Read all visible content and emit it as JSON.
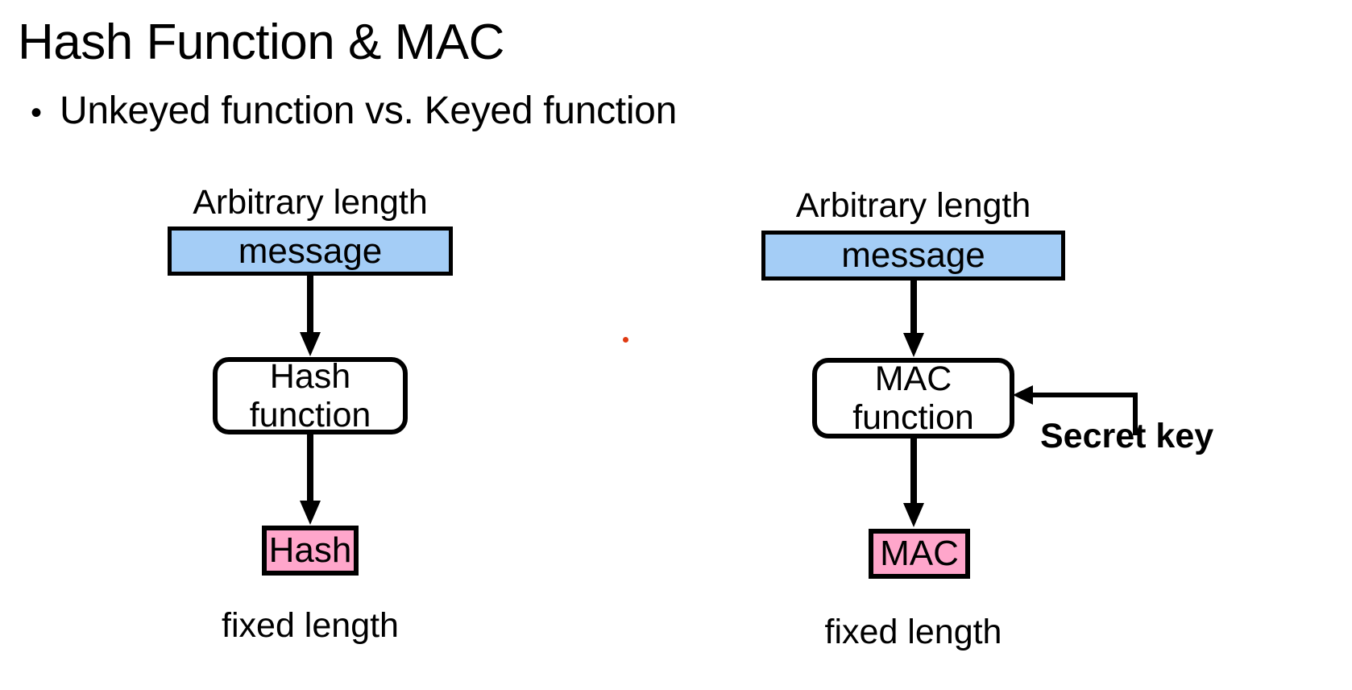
{
  "slide": {
    "title": "Hash Function & MAC",
    "bullet_marker": "•",
    "bullet_text": "Unkeyed function vs. Keyed function",
    "background_color": "#ffffff"
  },
  "colors": {
    "message_fill": "#A4CDF6",
    "output_fill": "#FFA6CB",
    "stroke": "#000000",
    "stray_dot": "#E03A12"
  },
  "diagrams": [
    {
      "id": "unkeyed",
      "top_caption": "Arbitrary length",
      "message_box_label": "message",
      "function_box_line1": "Hash",
      "function_box_line2": "function",
      "output_box_label": "Hash",
      "bottom_caption": "fixed length",
      "has_key_input": false
    },
    {
      "id": "keyed",
      "top_caption": "Arbitrary length",
      "message_box_label": "message",
      "function_box_line1": "MAC",
      "function_box_line2": "function",
      "output_box_label": "MAC",
      "bottom_caption": "fixed length",
      "has_key_input": true,
      "key_label": "Secret key"
    }
  ]
}
